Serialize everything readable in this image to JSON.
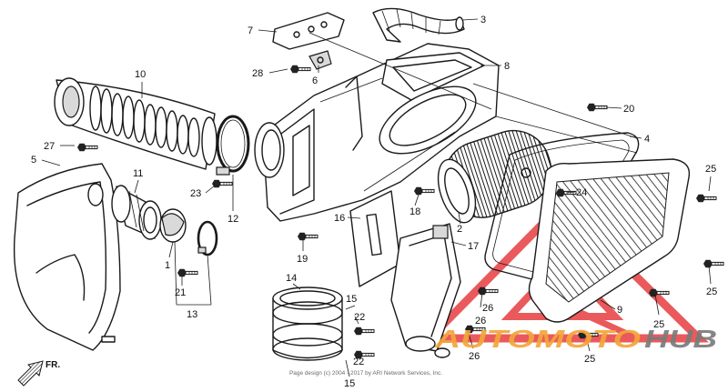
{
  "callouts": [
    "7",
    "3",
    "8",
    "28",
    "6",
    "10",
    "20",
    "4",
    "27",
    "5",
    "11",
    "23",
    "12",
    "24",
    "25",
    "18",
    "16",
    "2",
    "17",
    "19",
    "1",
    "21",
    "13",
    "14",
    "15",
    "22",
    "26",
    "26",
    "9",
    "25",
    "25",
    "22",
    "26",
    "25",
    "15"
  ],
  "direction_label": "FR.",
  "copyright": "Page design (c) 2004 - 2017 by ARI Network Services, Inc.",
  "watermark": {
    "brand_part1": "AUTOMOTO",
    "brand_part2": "HUB"
  },
  "colors": {
    "line": "#1a1a1a",
    "logo_red": "#e8484b",
    "logo_orange": "#f3a73a",
    "logo_gray": "#7b7b7b"
  }
}
